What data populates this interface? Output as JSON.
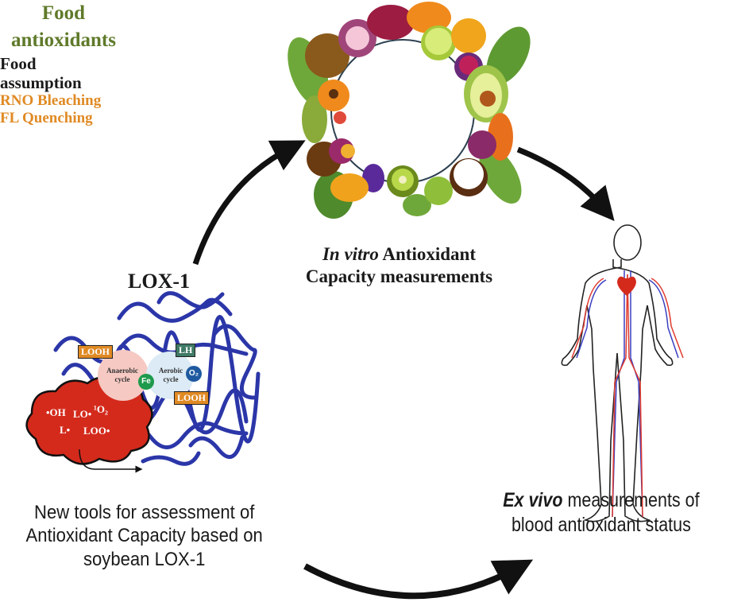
{
  "nodes": {
    "food": {
      "title_line1": "Food",
      "title_line2": "antioxidants",
      "title_color": "#5f7a2a"
    },
    "lox": {
      "title": "LOX-1",
      "labels": {
        "looh_top": "LOOH",
        "lh": "LH",
        "o2": "O₂",
        "fe": "Fe",
        "looh_bottom": "LOOH",
        "anaerobic_line1": "Anaerobic",
        "anaerobic_line2": "cycle",
        "aerobic_line1": "Aerobic",
        "aerobic_line2": "cycle"
      },
      "radicals": [
        "•OH",
        "LO•",
        "¹O₂",
        "L•",
        "LOO•"
      ],
      "readout_line1": "RNO Bleaching",
      "readout_line2": "FL Quenching",
      "colors": {
        "protein": "#2b36a8",
        "radical_cloud": "#d42a1c",
        "looh_tag": "#e08a24",
        "lh_tag": "#3f7a66",
        "fe": "#1e9a4c",
        "o2": "#1f5aa0",
        "anaerobic": "#f6c9c3",
        "aerobic": "#dcebf5",
        "readout": "#e08a24"
      }
    },
    "human": {
      "colors": {
        "artery": "#e03a2e",
        "vein": "#3a3fc0",
        "outline": "#222222"
      }
    }
  },
  "captions": {
    "invitro_italic": "In vitro",
    "invitro_rest": " Antioxidant",
    "invitro_line2": "Capacity measurements",
    "assumption_line1": "Food",
    "assumption_line2": "assumption",
    "tools_line1": "New tools for assessment of",
    "tools_line2": "Antioxidant Capacity based on",
    "tools_line3": "soybean LOX-1",
    "exvivo_italic": "Ex vivo",
    "exvivo_rest": " measurements of",
    "exvivo_line2": "blood antioxidant status"
  },
  "arrows": [
    {
      "from": "lox",
      "to": "food"
    },
    {
      "from": "food",
      "to": "human",
      "label": "Food assumption"
    },
    {
      "from": "lox",
      "to": "human"
    }
  ]
}
